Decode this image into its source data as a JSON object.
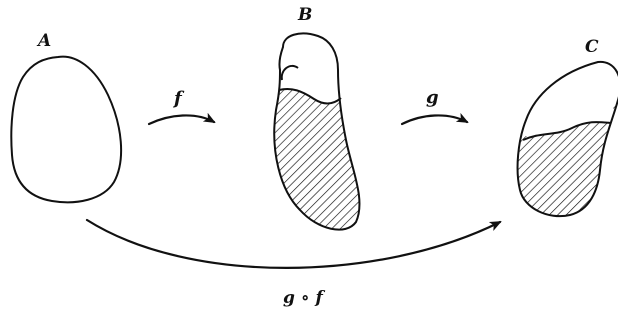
{
  "labels": {
    "set_a": "A",
    "set_b": "B",
    "set_c": "C",
    "map_f": "f",
    "map_g": "g",
    "composition": "g ∘ f"
  },
  "colors": {
    "ink": "#111111",
    "background": "#ffffff"
  }
}
